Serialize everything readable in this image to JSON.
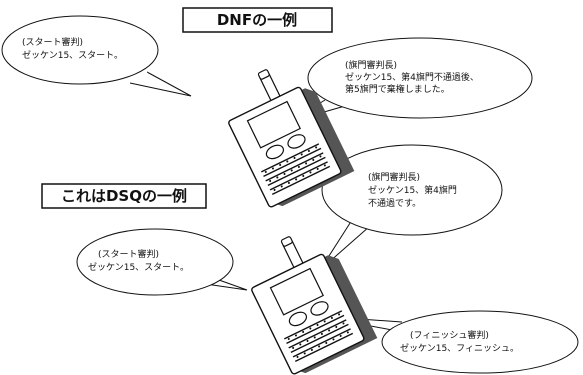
{
  "titles": {
    "dnf": "DNFの一例",
    "dsq": "これはDSQの一例"
  },
  "bubbles": {
    "dnf_start": {
      "line1": "(スタート審判)",
      "line2": "ゼッケン15、スタート。"
    },
    "dnf_gate": {
      "line1": "(旗門審判長)",
      "line2": "ゼッケン15、第4旗門不通過後、",
      "line3": "第5旗門で棄権しました。"
    },
    "dsq_gate": {
      "line1": "(旗門審判長)",
      "line2": "ゼッケン15、第4旗門",
      "line3": "不通過です。"
    },
    "dsq_start": {
      "line1": "(スタート審判)",
      "line2": "ゼッケン15、スタート。"
    },
    "dsq_finish": {
      "line1": "(フィニッシュ審判)",
      "line2": "ゼッケン15、フィニッシュ。"
    }
  }
}
